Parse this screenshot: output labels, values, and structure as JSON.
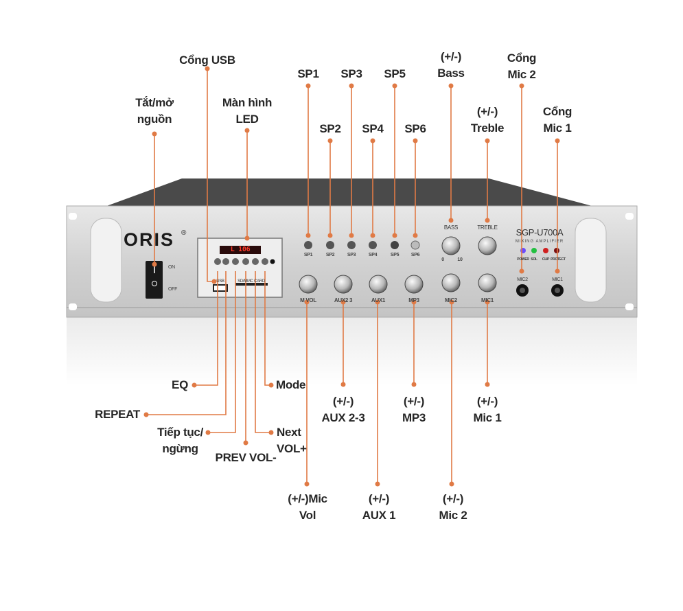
{
  "device": {
    "brand": "ORIS",
    "registered_mark": "®",
    "model": "SGP-U700A",
    "subtitle": "MIXING AMPLIFIER",
    "power_on": "ON",
    "power_off": "OFF",
    "led_display": "L 106",
    "usb_label": "USB",
    "sd_label": "SD/MMC CARD",
    "speaker_buttons": [
      "SP1",
      "SP2",
      "SP3",
      "SP4",
      "SP5",
      "SP6"
    ],
    "top_knobs": [
      "BASS",
      "TREBLE"
    ],
    "bottom_knobs": [
      "M VOL",
      "AUX2 3",
      "AUX1",
      "MP3",
      "MIC2",
      "MIC1"
    ],
    "knob_min": "0",
    "knob_max": "10",
    "indicators": [
      {
        "label": "POWER",
        "color": "#6a4cff"
      },
      {
        "label": "SOL",
        "color": "#22c040"
      },
      {
        "label": "CLIP",
        "color": "#d02020"
      },
      {
        "label": "PROTECT",
        "color": "#7a1010"
      }
    ],
    "mic_jacks": [
      "MIC2",
      "MIC1"
    ]
  },
  "callouts": {
    "power": [
      "Tắt/mở",
      "nguồn"
    ],
    "usb": "Cổng USB",
    "led": [
      "Màn hình",
      "LED"
    ],
    "sp1": "SP1",
    "sp2": "SP2",
    "sp3": "SP3",
    "sp4": "SP4",
    "sp5": "SP5",
    "sp6": "SP6",
    "bass": [
      "(+/-)",
      "Bass"
    ],
    "treble": [
      "(+/-)",
      "Treble"
    ],
    "mic2_port": [
      "Cổng",
      "Mic 2"
    ],
    "mic1_port": [
      "Cổng",
      "Mic 1"
    ],
    "eq": "EQ",
    "mode": "Mode",
    "repeat": "REPEAT",
    "pause": [
      "Tiếp tục/",
      "ngừng"
    ],
    "prev": "PREV VOL-",
    "next": [
      "Next",
      "VOL+"
    ],
    "mic_vol": [
      "(+/-)Mic",
      "Vol"
    ],
    "aux23": [
      "(+/-)",
      "AUX 2-3"
    ],
    "aux1": [
      "(+/-)",
      "AUX 1"
    ],
    "mp3": [
      "(+/-)",
      "MP3"
    ],
    "mic2": [
      "(+/-)",
      "Mic 2"
    ],
    "mic1": [
      "(+/-)",
      "Mic 1"
    ]
  },
  "colors": {
    "callout_line": "#e07a45",
    "panel": "#d9d9d9",
    "chassis_top": "#4a4a4a"
  }
}
